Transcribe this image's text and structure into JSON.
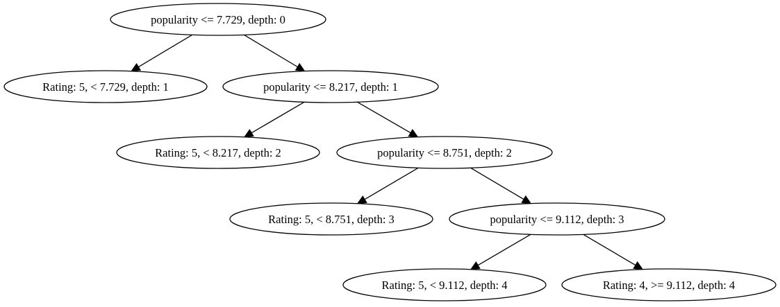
{
  "tree": {
    "nodes": [
      {
        "id": "n0",
        "label": "popularity <= 7.729, depth: 0"
      },
      {
        "id": "n1",
        "label": "Rating: 5, < 7.729, depth: 1"
      },
      {
        "id": "n2",
        "label": "popularity <= 8.217, depth: 1"
      },
      {
        "id": "n3",
        "label": "Rating: 5, < 8.217, depth: 2"
      },
      {
        "id": "n4",
        "label": "popularity <= 8.751, depth: 2"
      },
      {
        "id": "n5",
        "label": "Rating: 5, < 8.751, depth: 3"
      },
      {
        "id": "n6",
        "label": "popularity <= 9.112, depth: 3"
      },
      {
        "id": "n7",
        "label": "Rating: 5, < 9.112, depth: 4"
      },
      {
        "id": "n8",
        "label": "Rating: 4, >= 9.112, depth: 4"
      }
    ],
    "edges": [
      {
        "from": "n0",
        "to": "n1"
      },
      {
        "from": "n0",
        "to": "n2"
      },
      {
        "from": "n2",
        "to": "n3"
      },
      {
        "from": "n2",
        "to": "n4"
      },
      {
        "from": "n4",
        "to": "n5"
      },
      {
        "from": "n4",
        "to": "n6"
      },
      {
        "from": "n6",
        "to": "n7"
      },
      {
        "from": "n6",
        "to": "n8"
      }
    ]
  }
}
